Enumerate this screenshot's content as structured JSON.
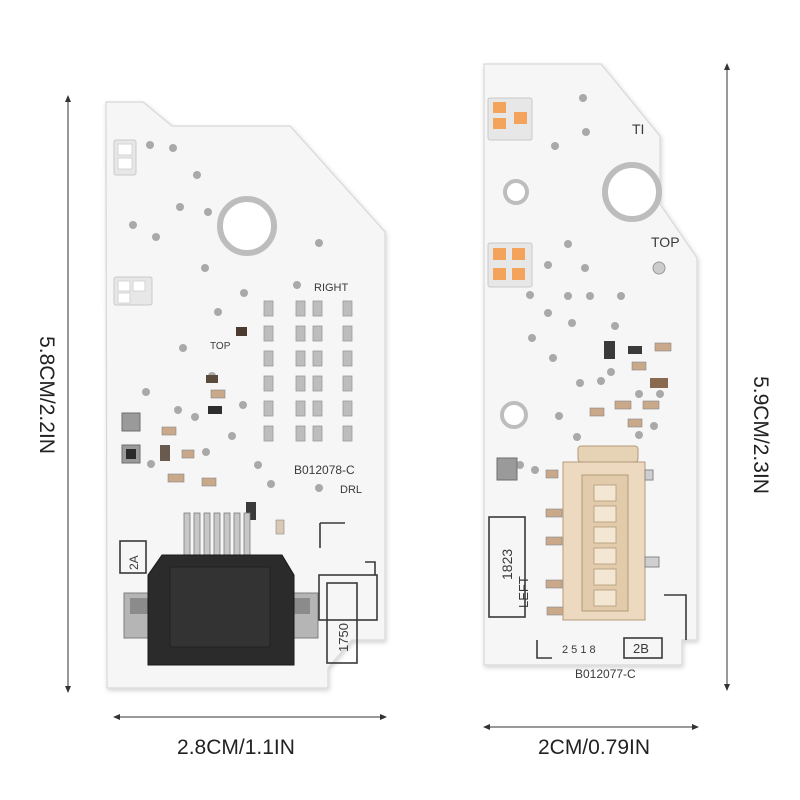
{
  "left_board": {
    "labels": {
      "right": "RIGHT",
      "top": "TOP",
      "part_no": "B012078-C",
      "drl": "DRL",
      "code_2a": "2A",
      "code_1750": "1750"
    },
    "led_color": "#f4f4f2"
  },
  "right_board": {
    "labels": {
      "ti": "TI",
      "top": "TOP",
      "code_1823": "1823",
      "left": "LEFT",
      "small_code": "2 5 1 8",
      "code_2b": "2B",
      "part_no": "B012077-C"
    },
    "led_color": "#f4a35c"
  },
  "dimensions": {
    "left_height": "5.8CM/2.2IN",
    "left_width": "2.8CM/1.1IN",
    "right_height": "5.9CM/2.3IN",
    "right_width": "2CM/0.79IN"
  },
  "colors": {
    "board": "#f6f6f6",
    "connector_black": "#2b2b2b",
    "connector_beige": "#ecd9bf",
    "pad_silver": "#b8b8b8"
  }
}
